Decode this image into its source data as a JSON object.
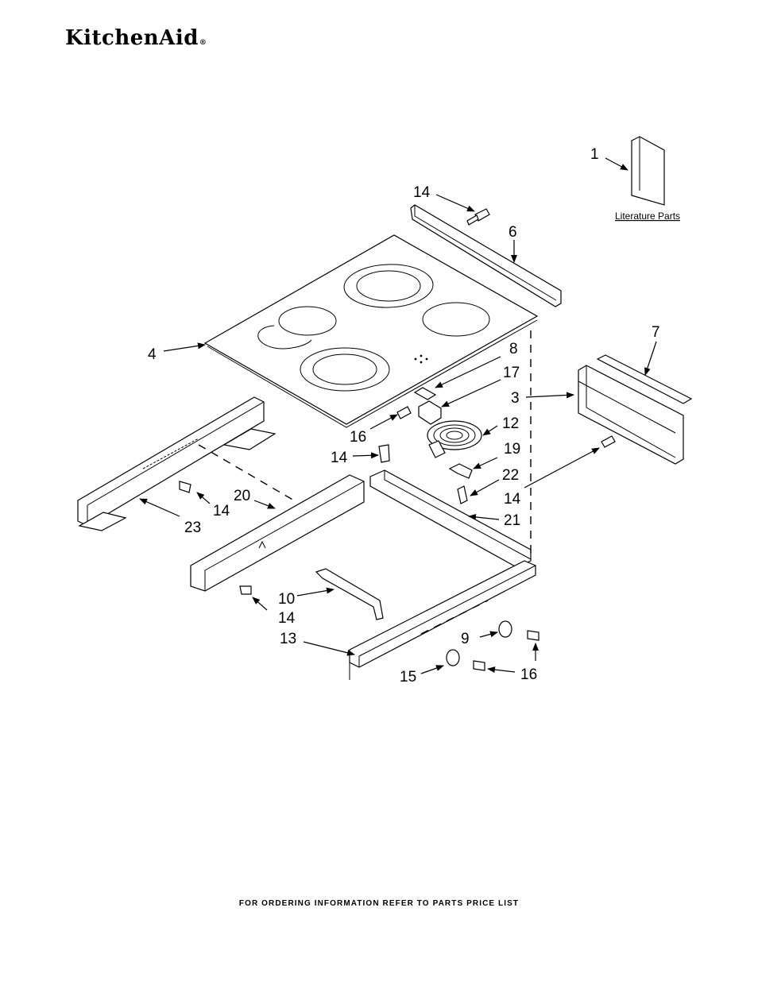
{
  "header": {
    "brand": "KitchenAid",
    "registered": "®"
  },
  "literature_label": "Literature Parts",
  "callouts": {
    "c1": "1",
    "c3": "3",
    "c4": "4",
    "c6": "6",
    "c7": "7",
    "c8": "8",
    "c9": "9",
    "c10": "10",
    "c12": "12",
    "c13": "13",
    "c14_top": "14",
    "c14_mid": "14",
    "c14_left": "14",
    "c14_right": "14",
    "c14_bottom": "14",
    "c15": "15",
    "c16_left": "16",
    "c16_bottom": "16",
    "c17": "17",
    "c19": "19",
    "c20": "20",
    "c21": "21",
    "c22": "22",
    "c23": "23"
  },
  "footer": {
    "note": "FOR ORDERING INFORMATION REFER TO PARTS PRICE LIST"
  }
}
